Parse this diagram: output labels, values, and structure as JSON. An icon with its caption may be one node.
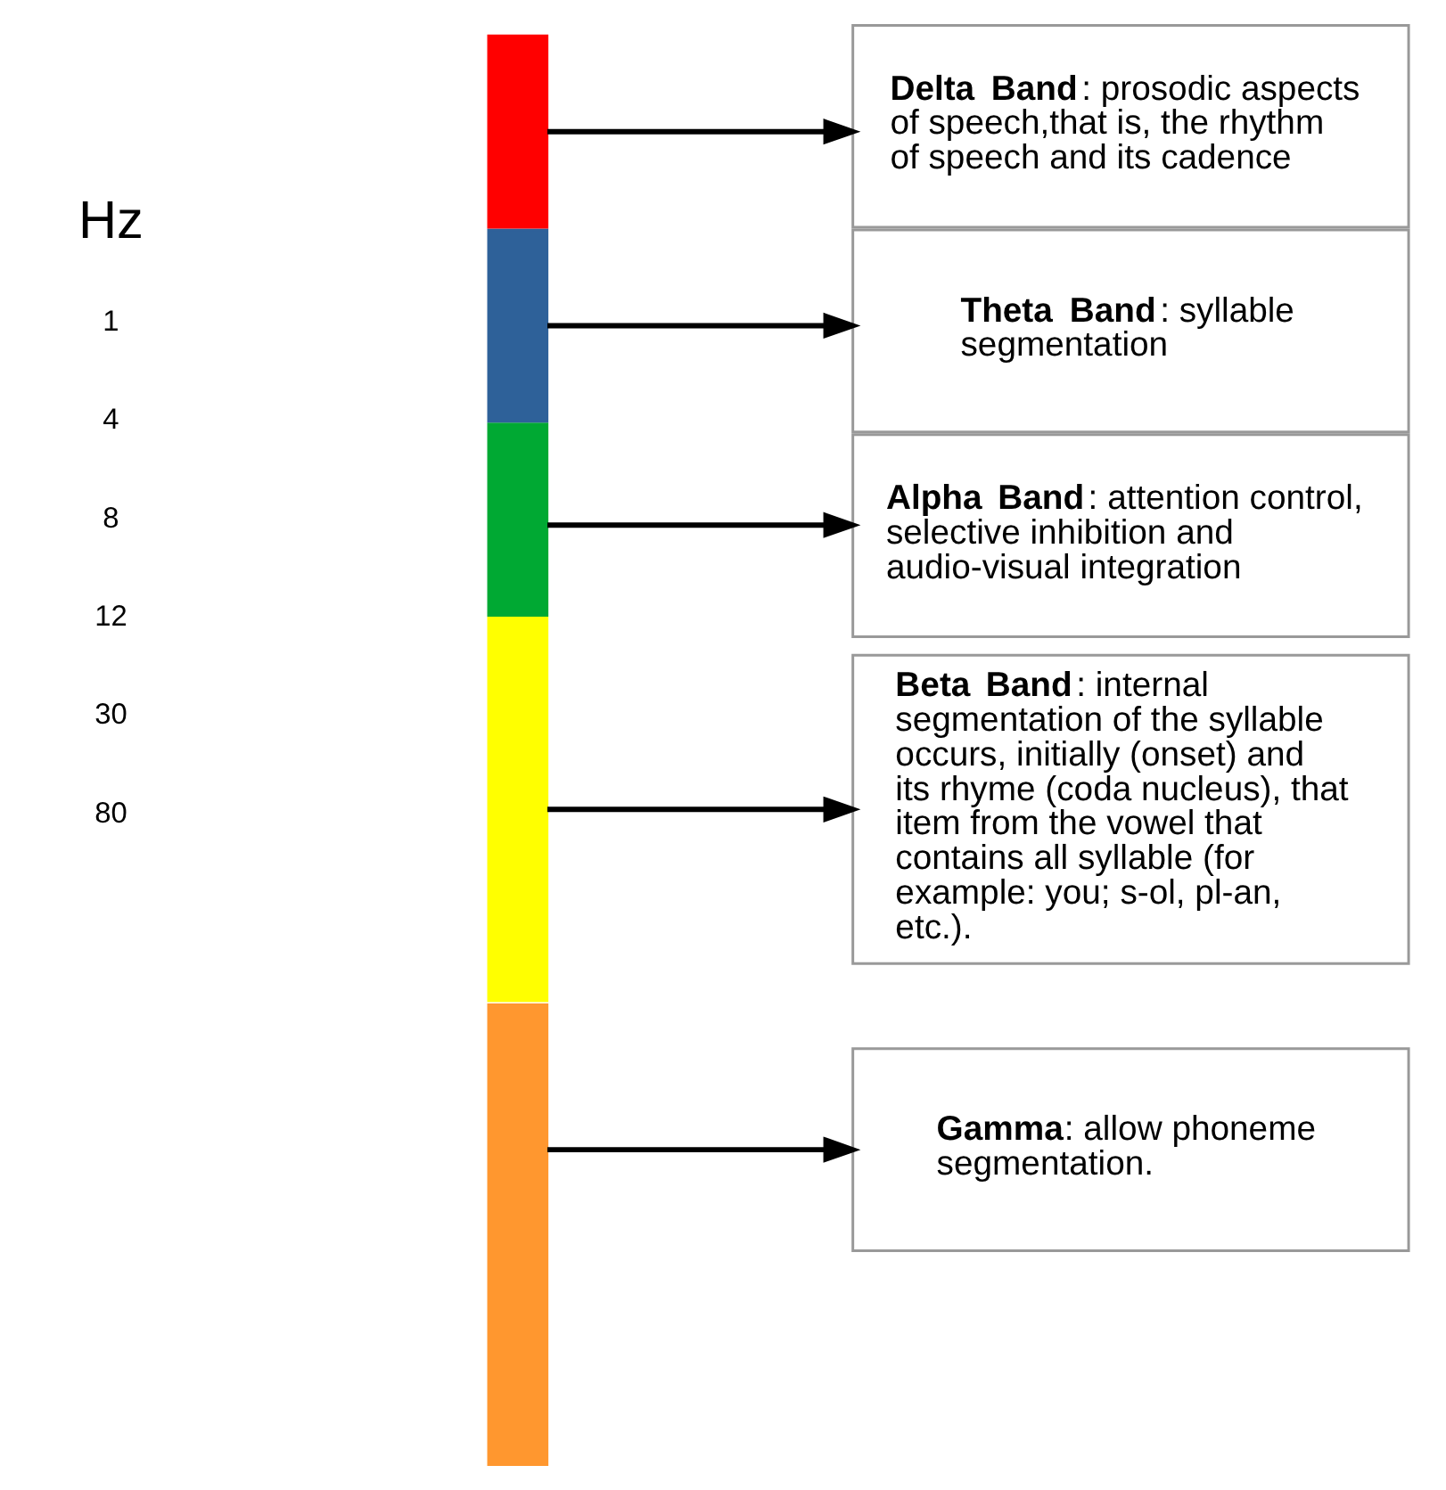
{
  "diagram": {
    "nodes": [
      {
        "text": [],
        "shape": "bar"
      },
      {
        "text": [],
        "shape": "bar"
      },
      {
        "text": [],
        "shape": "bar"
      },
      {
        "text": [],
        "shape": "bar"
      },
      {
        "text": [],
        "shape": "bar"
      },
      {
        "text": [
          "**Delta Band**: prosodic aspects of speech,that is, the rhythm of speech and its cadence"
        ]
      },
      {
        "text": [
          "**Theta Band**: syllable segmentation"
        ]
      },
      {
        "text": [
          "**Alpha Band**: attention control, selective inhibition and audio-visual integration"
        ]
      },
      {
        "text": [
          "**Beta Band**: internal segmentation of the syllable occurs, initially (onset) and its rhyme (coda nucleus), that item from the vowel that contains all syllable (for example: you; s-ol, pl-an, etc.)."
        ]
      },
      {
        "text": [
          "**Gamma**: allow phoneme segmentation."
        ]
      }
    ],
    "edges": [
      {
        "from": 0,
        "to": 5,
        "arrow": "to"
      },
      {
        "from": 1,
        "to": 6,
        "arrow": "to"
      },
      {
        "from": 2,
        "to": 7,
        "arrow": "to"
      },
      {
        "from": 3,
        "to": 8,
        "arrow": "to"
      },
      {
        "from": 4,
        "to": 9,
        "arrow": "to"
      }
    ],
    "labels": [
      "Hz",
      "1",
      "4",
      "8",
      "12",
      "30",
      "80"
    ]
  }
}
